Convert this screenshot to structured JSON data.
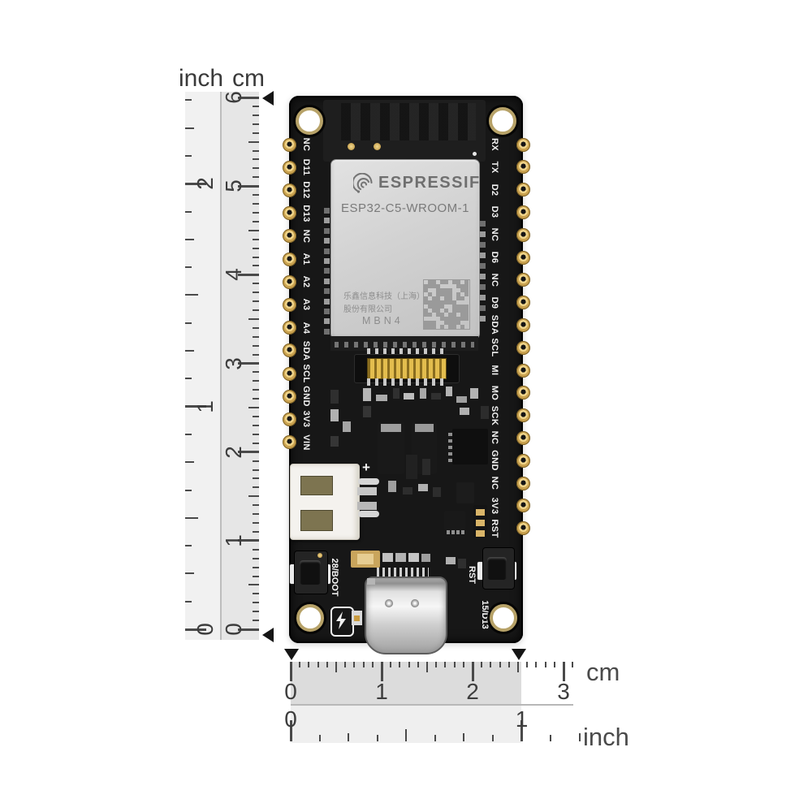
{
  "rulers": {
    "header": {
      "inch": "inch",
      "cm": "cm"
    },
    "vertical": {
      "cm_labels": [
        "6",
        "5",
        "4",
        "3",
        "2",
        "1",
        "0"
      ],
      "inch_labels": [
        "0",
        "1",
        "2"
      ]
    },
    "horizontal": {
      "cm_labels": [
        "0",
        "1",
        "2",
        "3"
      ],
      "inch_labels": [
        "0",
        "1"
      ],
      "cm_unit": "cm",
      "inch_unit": "inch"
    }
  },
  "board": {
    "module": {
      "brand": "ESPRESSIF",
      "model": "ESP32-C5-WROOM-1",
      "company_line1": "乐鑫信息科技（上海）",
      "company_line2": "股份有限公司",
      "code": "MBN4"
    },
    "left_pins": [
      "NC",
      "D11",
      "D12",
      "D13",
      "NC",
      "A1",
      "A2",
      "A3",
      "A4",
      "SDA",
      "SCL",
      "GND",
      "3V3",
      "VIN"
    ],
    "right_pins": [
      "RX",
      "TX",
      "D2",
      "D3",
      "NC",
      "D6",
      "NC",
      "D9",
      "SDA",
      "SCL",
      "MI",
      "MO",
      "SCK",
      "NC",
      "GND",
      "NC",
      "3V3",
      "RST"
    ],
    "silkscreen": {
      "boot": "28/BOOT",
      "reset": "RST",
      "reset_pin": "15/D13",
      "battery_plus": "+"
    }
  },
  "colors": {
    "pcb": "#171717",
    "gold": "#d9b569",
    "shield": "#d2d2d2",
    "ruler_band_light": "#f1f1f1",
    "ruler_band_mid": "#e6e6e6",
    "ruler_band_dark": "#dcdcdc",
    "tick": "#4a4a4a",
    "number_text": "#3d3d3d"
  }
}
